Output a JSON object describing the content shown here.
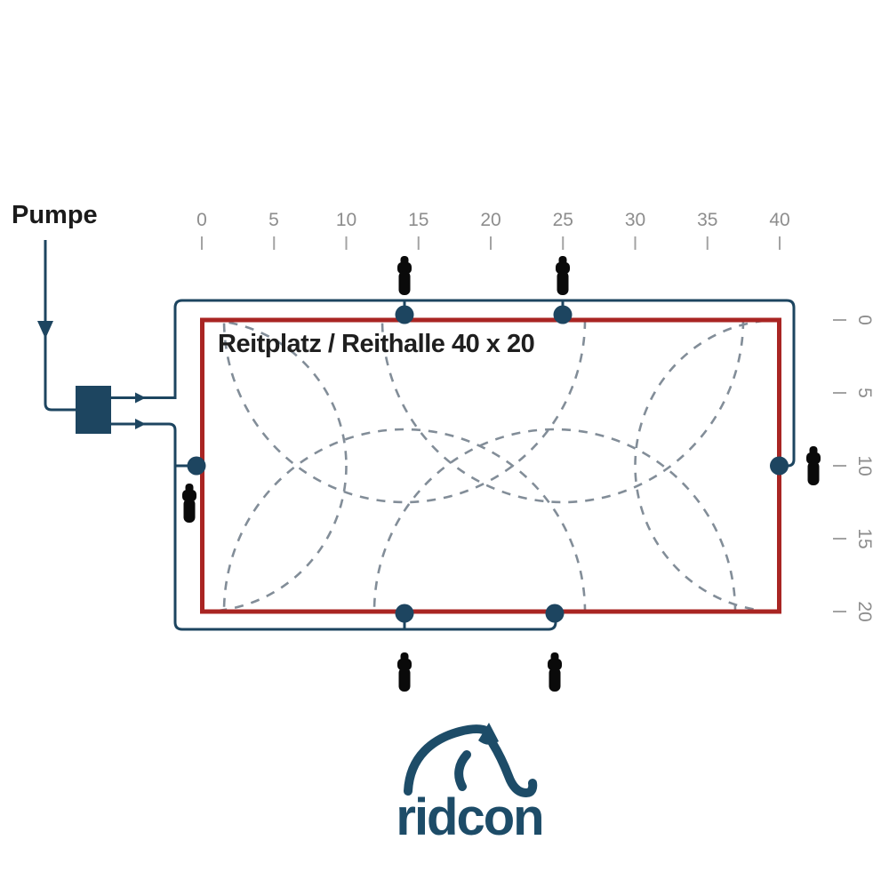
{
  "header": {
    "pump_label": "Pumpe"
  },
  "arena": {
    "title": "Reitplatz / Reithalle 40 x 20",
    "width_m": 40,
    "height_m": 20
  },
  "rulers": {
    "top": {
      "labels": [
        "0",
        "5",
        "10",
        "15",
        "20",
        "25",
        "30",
        "35",
        "40"
      ]
    },
    "right": {
      "labels": [
        "0",
        "5",
        "10",
        "15",
        "20"
      ]
    }
  },
  "logo": {
    "wordmark": "ridcon"
  },
  "icons": {
    "sprinkler": "sprinkler-nozzle-icon",
    "node": "pipe-junction-dot",
    "flow_arrow": "flow-direction-arrow",
    "horse": "horse-head-logo"
  },
  "colors": {
    "pipe_navy": "#1d4560",
    "arena_red": "#a92523",
    "arc_gray": "#828d98",
    "ruler_gray": "#8d8d8d",
    "tick_gray": "#a3a3a3",
    "logo_navy": "#1d4c68",
    "sprinkler_black": "#0a0a0a"
  }
}
